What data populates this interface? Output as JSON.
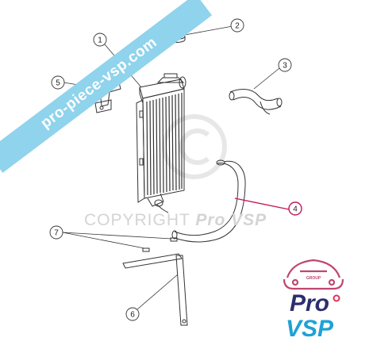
{
  "watermark": {
    "banner_text": "pro-piece-vsp.com",
    "copyright_prefix": "COPYRIGHT",
    "copyright_brand": "Pro VSP"
  },
  "logo": {
    "group_text": "GROUP",
    "pro_text": "Pro",
    "vsp_text": "VSP",
    "colors": {
      "car": "#c0456f",
      "pro": "#2d2e6e",
      "vsp": "#1fa1d6",
      "dot": "#e0325a"
    }
  },
  "callouts": [
    {
      "number": "1",
      "part": "radiator"
    },
    {
      "number": "2",
      "part": "radiator-cap"
    },
    {
      "number": "3",
      "part": "upper-hose"
    },
    {
      "number": "4",
      "part": "lower-hose",
      "highlighted": true
    },
    {
      "number": "5",
      "part": "mounting-bracket"
    },
    {
      "number": "6",
      "part": "support-bar"
    },
    {
      "number": "7",
      "part": "hose-clamps"
    }
  ],
  "colors": {
    "line": "#333333",
    "highlight": "#c2185b",
    "banner": "#8fd3ec"
  }
}
